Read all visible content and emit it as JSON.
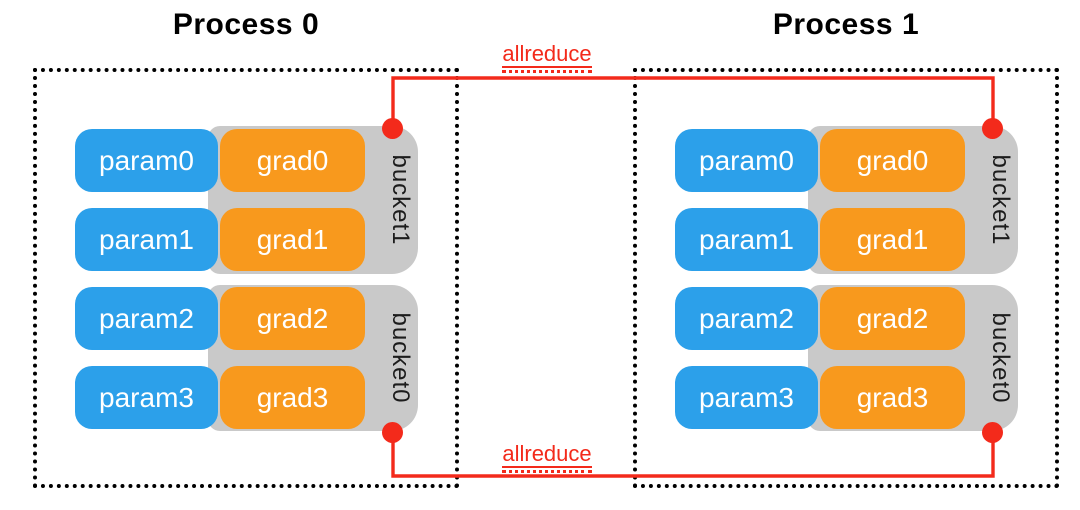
{
  "diagram": {
    "processes": [
      {
        "title": "Process 0",
        "buckets": [
          {
            "label": "bucket1",
            "rows": [
              {
                "param": "param0",
                "grad": "grad0"
              },
              {
                "param": "param1",
                "grad": "grad1"
              }
            ]
          },
          {
            "label": "bucket0",
            "rows": [
              {
                "param": "param2",
                "grad": "grad2"
              },
              {
                "param": "param3",
                "grad": "grad3"
              }
            ]
          }
        ]
      },
      {
        "title": "Process 1",
        "buckets": [
          {
            "label": "bucket1",
            "rows": [
              {
                "param": "param0",
                "grad": "grad0"
              },
              {
                "param": "param1",
                "grad": "grad1"
              }
            ]
          },
          {
            "label": "bucket0",
            "rows": [
              {
                "param": "param2",
                "grad": "grad2"
              },
              {
                "param": "param3",
                "grad": "grad3"
              }
            ]
          }
        ]
      }
    ],
    "connections": {
      "top": {
        "label": "allreduce"
      },
      "bottom": {
        "label": "allreduce"
      }
    },
    "colors": {
      "param": "#2ca0ea",
      "grad": "#f8991d",
      "bucket": "#c9c9c9",
      "line": "#f32a1b",
      "border": "#000000",
      "title_text": "#000000",
      "box_text": "#ffffff",
      "bucket_text": "#1c1c1c",
      "background": "#ffffff"
    }
  }
}
